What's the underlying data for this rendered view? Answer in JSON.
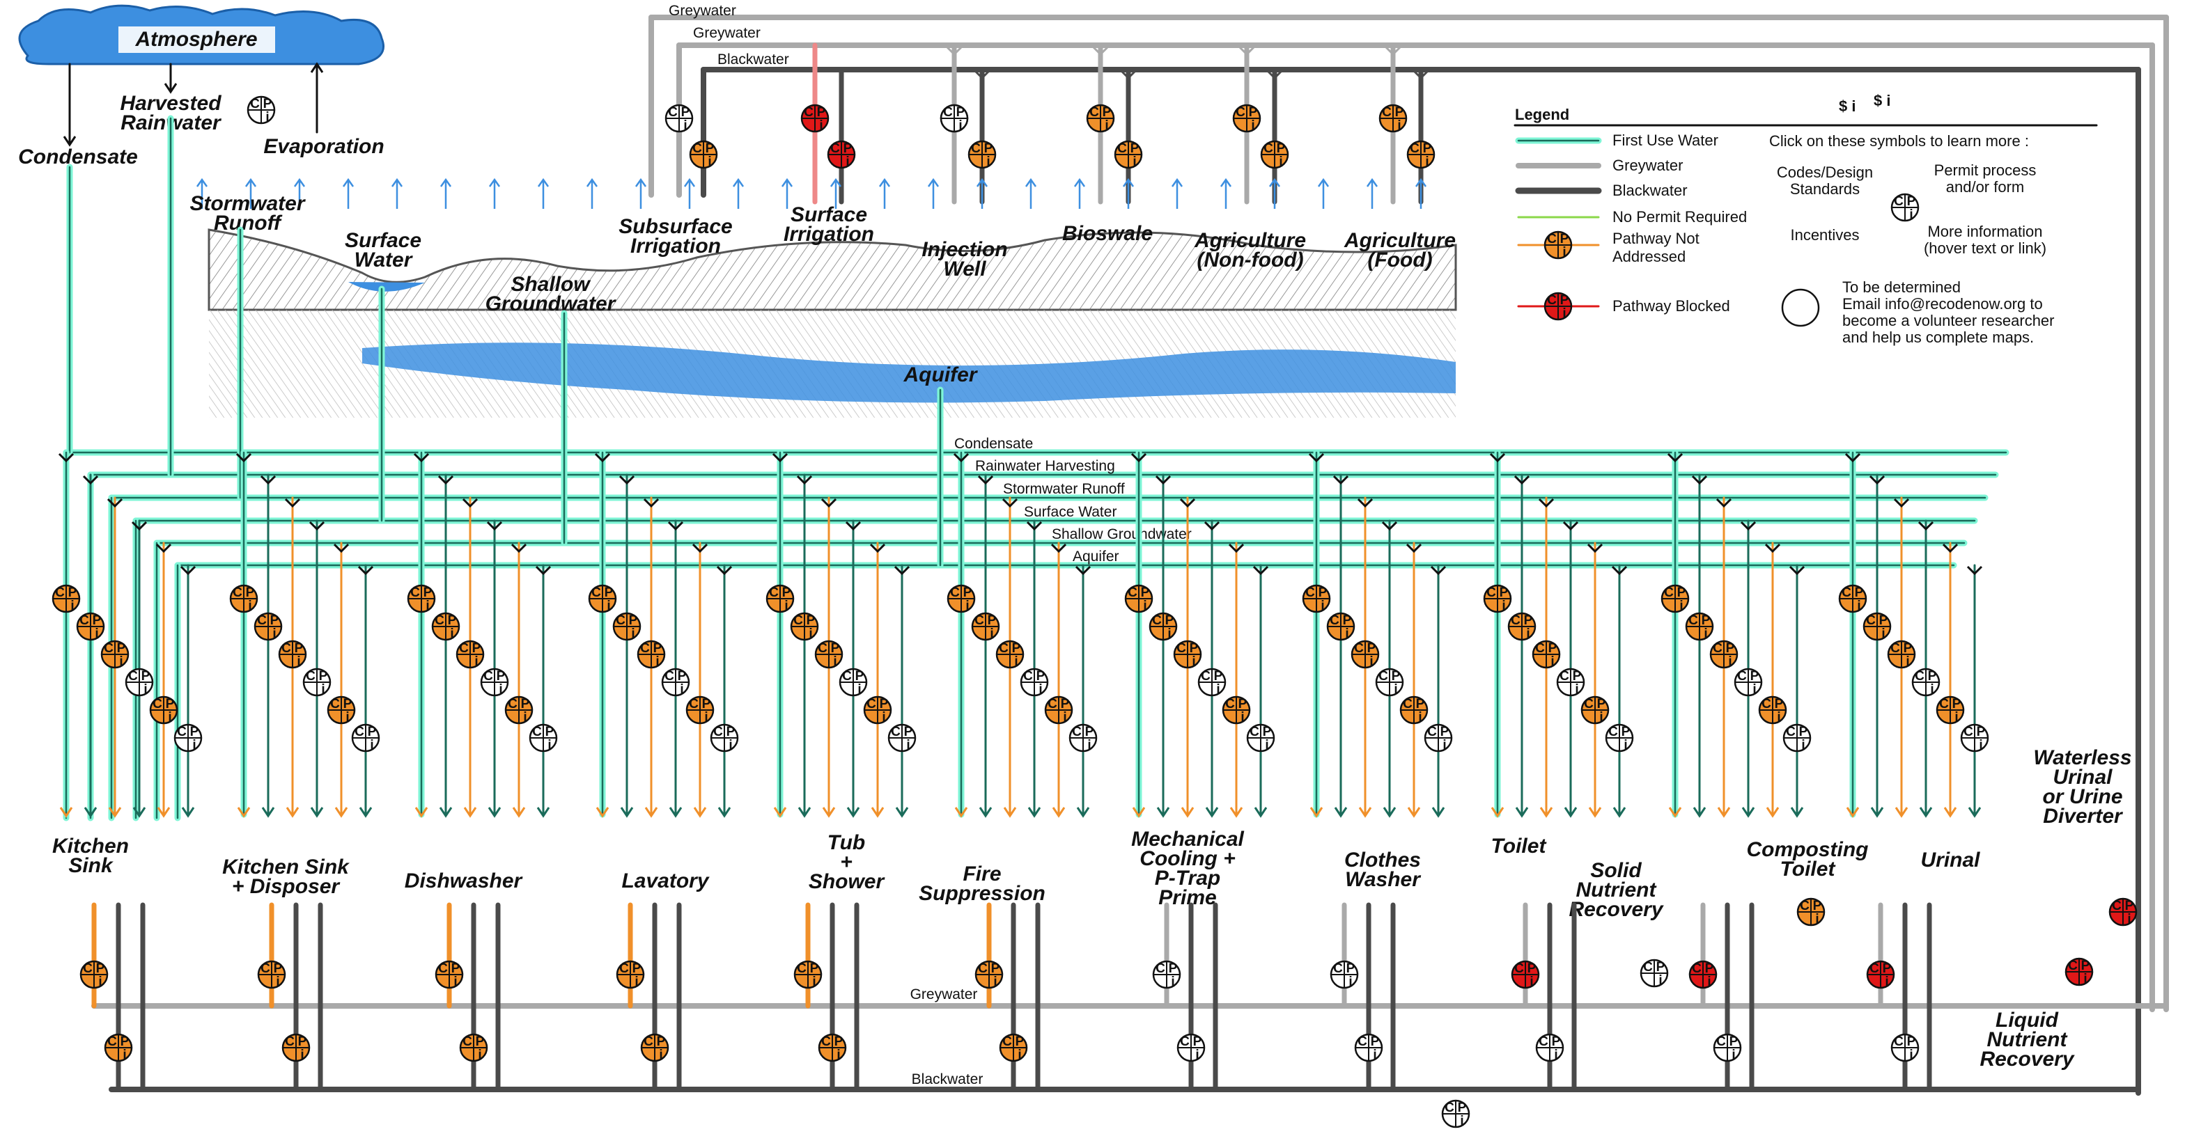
{
  "colors": {
    "first_use": "#7ef5d6",
    "first_use_core": "#1a6b5a",
    "greywater": "#a9a9a9",
    "blackwater": "#4a4a4a",
    "no_permit": "#8bd84a",
    "not_addressed": "#f0902a",
    "blocked": "#e01818",
    "water": "#3d8fe0",
    "atmosphere": "#3d8fe0"
  },
  "sources": {
    "atmosphere": "Atmosphere",
    "harvested_rainwater": [
      "Harvested",
      "Rainwater"
    ],
    "evaporation": "Evaporation",
    "condensate": "Condensate",
    "stormwater_runoff": [
      "Stormwater",
      "Runoff"
    ],
    "surface_water": [
      "Surface",
      "Water"
    ],
    "shallow_groundwater": [
      "Shallow",
      "Groundwater"
    ],
    "aquifer": "Aquifer"
  },
  "disposal": {
    "subsurface_irrigation": [
      "Subsurface",
      "Irrigation"
    ],
    "surface_irrigation": [
      "Surface",
      "Irrigation"
    ],
    "injection_well": [
      "Injection",
      "Well"
    ],
    "bioswale": "Bioswale",
    "agriculture_nonfood": [
      "Agriculture",
      "(Non-food)"
    ],
    "agriculture_food": [
      "Agriculture",
      "(Food)"
    ]
  },
  "top_lines": {
    "greywater_1": "Greywater",
    "greywater_2": "Greywater",
    "blackwater": "Blackwater"
  },
  "supply_lines": [
    "Condensate",
    "Rainwater Harvesting",
    "Stormwater Runoff",
    "Surface Water",
    "Shallow Groundwater",
    "Aquifer"
  ],
  "bottom_lines": {
    "greywater": "Greywater",
    "blackwater": "Blackwater"
  },
  "fixtures": [
    [
      "Kitchen",
      "Sink"
    ],
    [
      "Kitchen Sink",
      "+ Disposer"
    ],
    [
      "Dishwasher"
    ],
    [
      "Lavatory"
    ],
    [
      "Tub",
      "+",
      "Shower"
    ],
    [
      "Fire",
      "Suppression"
    ],
    [
      "Mechanical",
      "Cooling +",
      "P-Trap",
      "Prime"
    ],
    [
      "Clothes",
      "Washer"
    ],
    [
      "Toilet"
    ],
    [
      "Solid",
      "Nutrient",
      "Recovery"
    ],
    [
      "Composting",
      "Toilet"
    ],
    [
      "Urinal"
    ],
    [
      "Waterless",
      "Urinal",
      "or Urine",
      "Diverter"
    ],
    [
      "Liquid",
      "Nutrient",
      "Recovery"
    ]
  ],
  "legend": {
    "title": "Legend",
    "items": [
      "First Use Water",
      "Greywater",
      "Blackwater",
      "No Permit Required",
      [
        "Pathway Not",
        "Addressed"
      ],
      "Pathway Blocked"
    ],
    "click_note": "Click on these symbols to learn more :",
    "codes": [
      "Codes/Design",
      "Standards"
    ],
    "permit": [
      "Permit process",
      "and/or form"
    ],
    "incentives": "Incentives",
    "more_info": [
      "More information",
      "(hover text or link)"
    ],
    "tbd": [
      "To be determined",
      "Email info@recodenow.org to",
      "become a volunteer researcher",
      "and help us complete maps."
    ],
    "header_symbols": [
      "$ i",
      "$ i"
    ]
  },
  "badge": {
    "c": "C",
    "p": "P",
    "dollar": "$",
    "i": "i"
  }
}
